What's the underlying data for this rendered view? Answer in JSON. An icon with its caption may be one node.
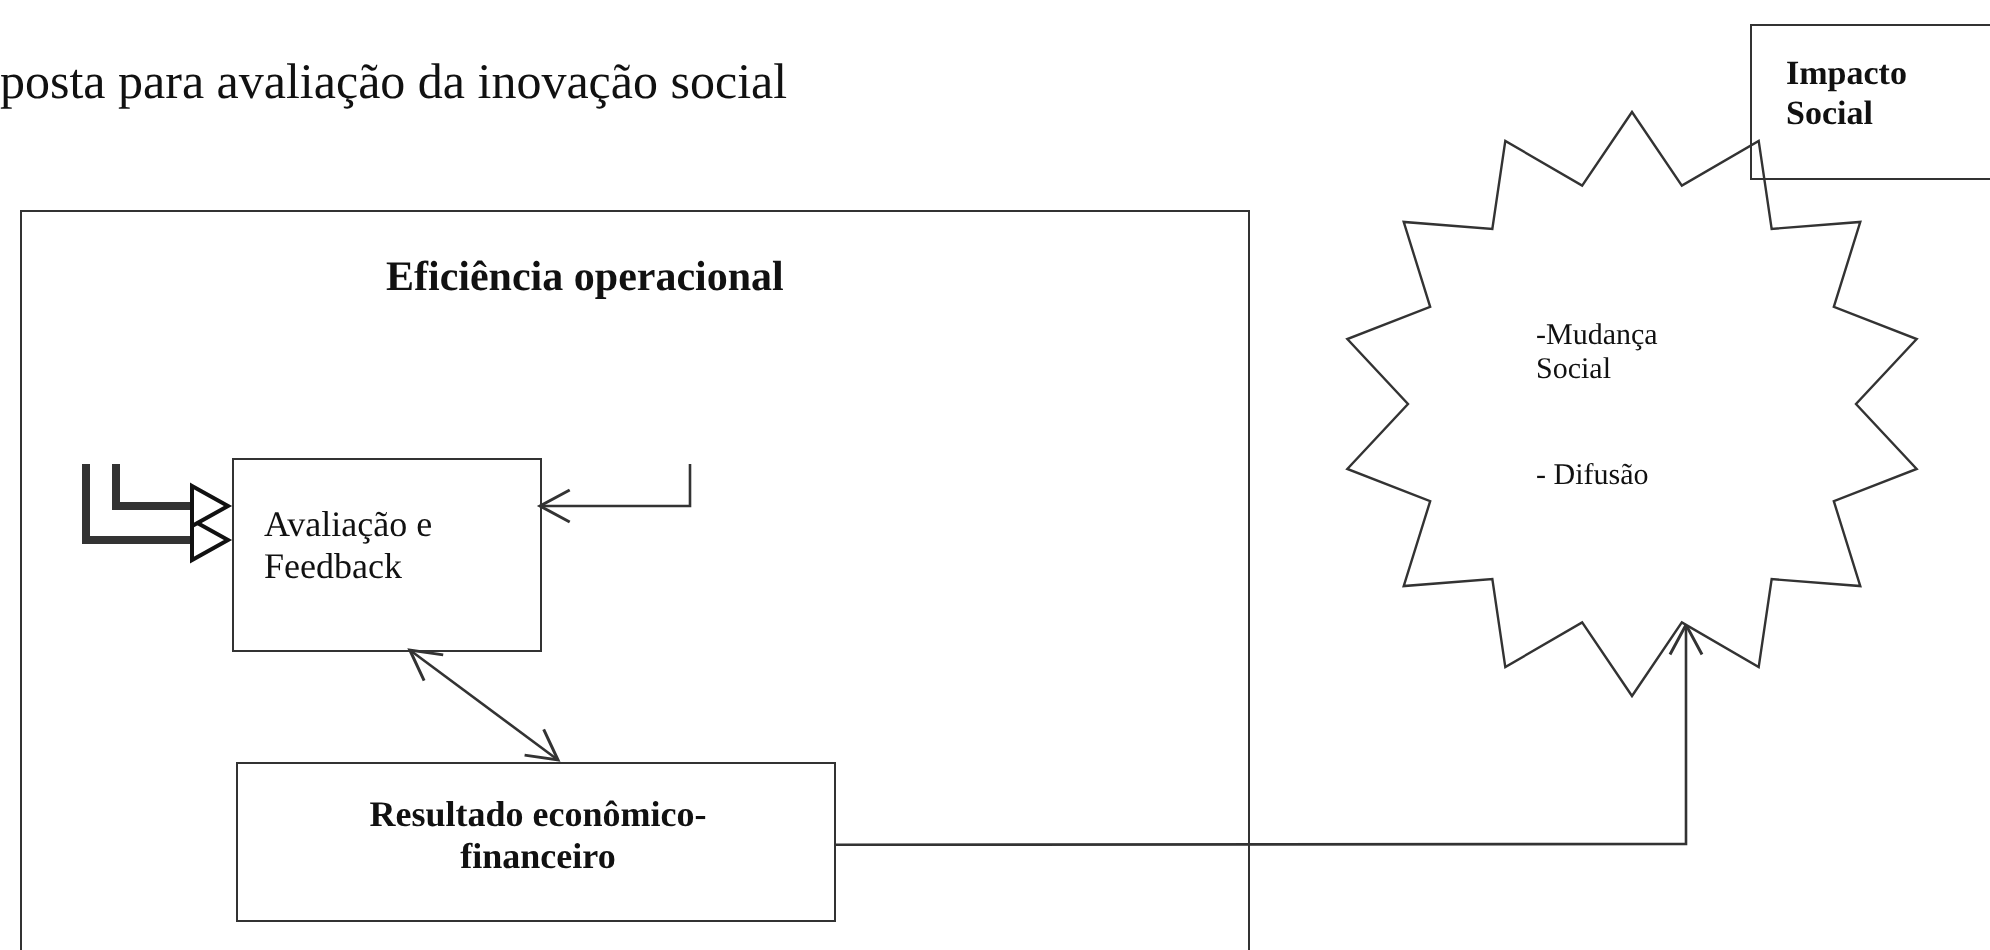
{
  "diagram": {
    "title": "posta para avaliação da inovação social",
    "nodes": [
      {
        "text": [
          "Eficiência operacional"
        ]
      },
      {
        "text": [
          "Avaliação e Feedback"
        ],
        "in": 0
      },
      {
        "text": [
          "Resultado econômico-financeiro"
        ],
        "in": 0
      },
      {
        "text": [
          "-Mudança Social",
          "- Difusão"
        ]
      },
      {
        "text": [
          "Impacto Social"
        ]
      }
    ],
    "edges": [
      {
        "from": null,
        "to": 1,
        "arrow": "to",
        "style": "thick"
      },
      {
        "from": null,
        "to": 1,
        "arrow": "to",
        "style": "thick"
      },
      {
        "from": null,
        "to": 1,
        "arrow": "to"
      },
      {
        "from": 1,
        "to": 2,
        "arrow": "both"
      },
      {
        "from": 2,
        "to": 3,
        "arrow": "to"
      }
    ]
  }
}
